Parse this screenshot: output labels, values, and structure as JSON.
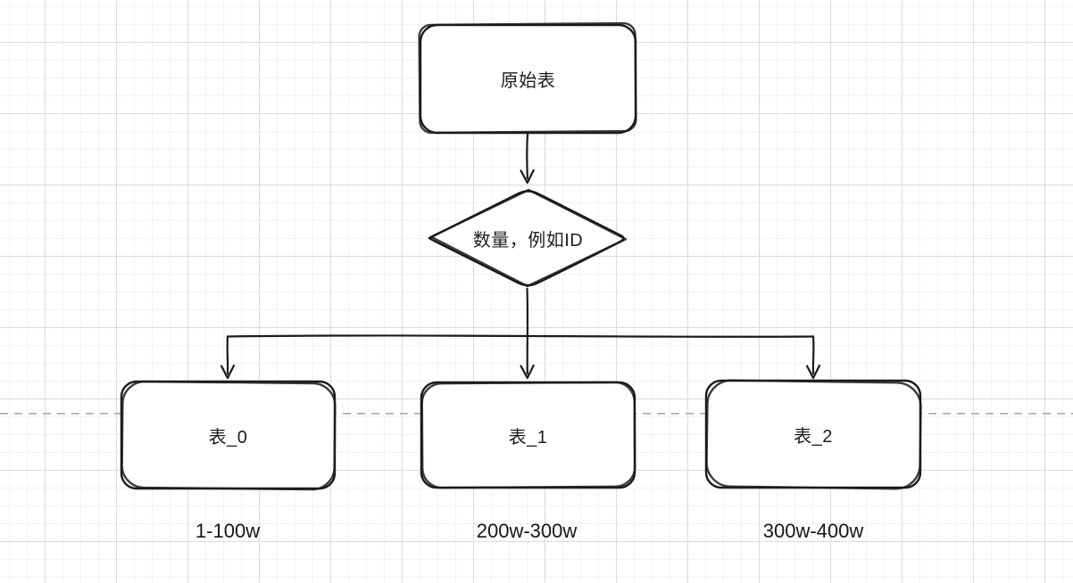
{
  "canvas": {
    "background": "#ffffff",
    "grid_minor_color": "#f3f1f2",
    "grid_major_color": "#dcdadb",
    "stroke_color": "#1b1b1b",
    "dashed_line_color": "#b9b9b9"
  },
  "nodes": {
    "source": {
      "label": "原始表",
      "shape": "rounded-rectangle"
    },
    "decision": {
      "label": "数量，例如ID",
      "shape": "diamond"
    },
    "table0": {
      "label": "表_0",
      "shape": "rounded-rectangle",
      "range_label": "1-100w"
    },
    "table1": {
      "label": "表_1",
      "shape": "rounded-rectangle",
      "range_label": "200w-300w"
    },
    "table2": {
      "label": "表_2",
      "shape": "rounded-rectangle",
      "range_label": "300w-400w"
    }
  }
}
